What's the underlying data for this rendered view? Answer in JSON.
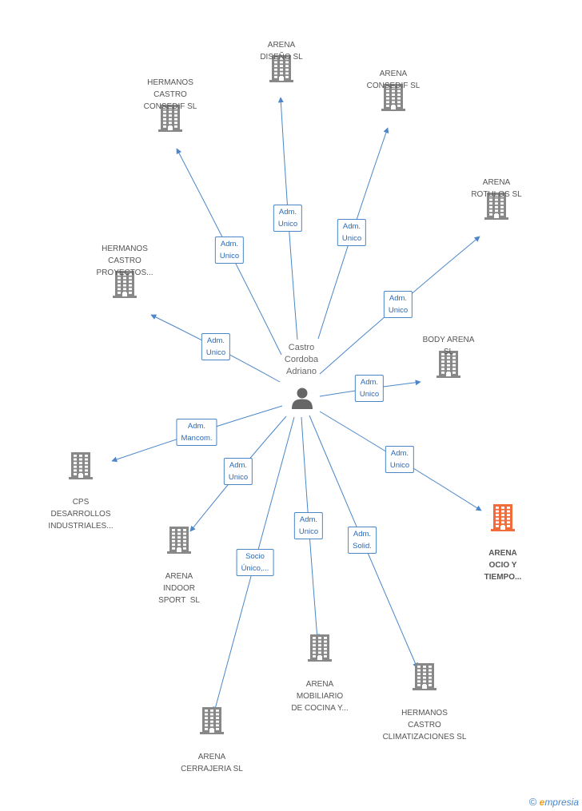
{
  "center": {
    "label": "Castro\nCordoba\nAdriano"
  },
  "colors": {
    "edge": "#4a86c8",
    "building": "#888888",
    "highlight": "#f26b3a"
  },
  "nodes": [
    {
      "id": "arena-diseno",
      "label": "ARENA\nDISEÑO SL",
      "highlight": false
    },
    {
      "id": "hermanos-castro-consedif",
      "label": "HERMANOS\nCASTRO\nCONSEDIF SL",
      "highlight": false
    },
    {
      "id": "arena-consedif",
      "label": "ARENA\nCONSEDIF SL",
      "highlight": false
    },
    {
      "id": "arena-rotulos",
      "label": "ARENA\nROTULOS SL",
      "highlight": false
    },
    {
      "id": "hermanos-castro-proyectos",
      "label": "HERMANOS\nCASTRO\nPROYECTOS...",
      "highlight": false
    },
    {
      "id": "body-arena",
      "label": "BODY ARENA\nSL",
      "highlight": false
    },
    {
      "id": "cps-desarrollos",
      "label": "CPS\nDESARROLLOS\nINDUSTRIALES...",
      "highlight": false
    },
    {
      "id": "arena-ocio",
      "label": "ARENA\nOCIO Y\nTIEMPO...",
      "highlight": true
    },
    {
      "id": "arena-indoor",
      "label": "ARENA\nINDOOR\nSPORT  SL",
      "highlight": false
    },
    {
      "id": "arena-mobiliario",
      "label": "ARENA\nMOBILIARIO\nDE COCINA Y...",
      "highlight": false
    },
    {
      "id": "hermanos-castro-climatizaciones",
      "label": "HERMANOS\nCASTRO\nCLIMATIZACIONES SL",
      "highlight": false
    },
    {
      "id": "arena-cerrajeria",
      "label": "ARENA\nCERRAJERIA SL",
      "highlight": false
    }
  ],
  "edges": [
    {
      "to": "arena-diseno",
      "label": "Adm.\nUnico"
    },
    {
      "to": "hermanos-castro-consedif",
      "label": "Adm.\nUnico"
    },
    {
      "to": "arena-consedif",
      "label": "Adm.\nUnico"
    },
    {
      "to": "arena-rotulos",
      "label": "Adm.\nUnico"
    },
    {
      "to": "hermanos-castro-proyectos",
      "label": "Adm.\nUnico"
    },
    {
      "to": "body-arena",
      "label": "Adm.\nUnico"
    },
    {
      "to": "cps-desarrollos",
      "label": "Adm.\nMancom."
    },
    {
      "to": "arena-ocio",
      "label": "Adm.\nUnico"
    },
    {
      "to": "arena-indoor",
      "label": "Adm.\nUnico"
    },
    {
      "to": "arena-mobiliario",
      "label": "Adm.\nUnico"
    },
    {
      "to": "hermanos-castro-climatizaciones",
      "label": "Adm.\nSolid."
    },
    {
      "to": "arena-cerrajeria",
      "label": "Socio\nÚnico,..."
    }
  ],
  "footer": {
    "copyright": "©",
    "brand_first": "e",
    "brand_rest": "mpresia"
  }
}
